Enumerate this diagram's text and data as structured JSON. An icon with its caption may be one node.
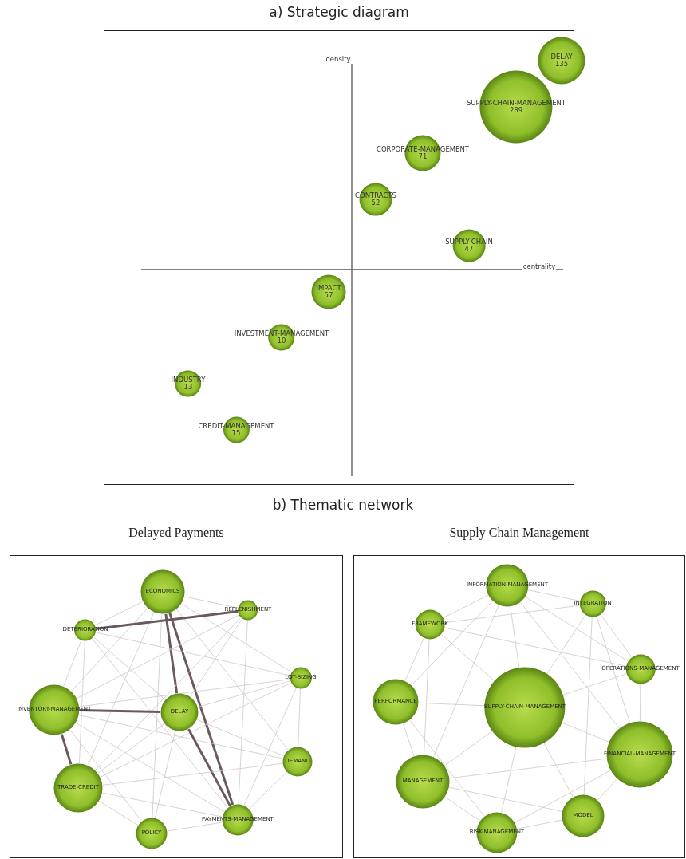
{
  "diagram": {
    "nodes": [
      {
        "text": [
          "a) Strategic diagram"
        ]
      },
      {
        "text": [
          "DELAY",
          "135"
        ],
        "in": 0
      },
      {
        "text": [
          "SUPPLY-CHAIN-MANAGEMENT",
          "289"
        ],
        "in": 0
      },
      {
        "text": [
          "CORPORATE-MANAGEMENT",
          "71"
        ],
        "in": 0
      },
      {
        "text": [
          "CONTRACTS",
          "52"
        ],
        "in": 0
      },
      {
        "text": [
          "SUPPLY-CHAIN",
          "47"
        ],
        "in": 0
      },
      {
        "text": [
          "IMPACT",
          "57"
        ],
        "in": 0
      },
      {
        "text": [
          "INVESTMENT-MANAGEMENT",
          "10"
        ],
        "in": 0
      },
      {
        "text": [
          "INDUSTRY",
          "13"
        ],
        "in": 0
      },
      {
        "text": [
          "CREDIT-MANAGEMENT",
          "15"
        ],
        "in": 0
      },
      {
        "text": [
          "Delayed Payments"
        ]
      },
      {
        "text": [
          "ECONOMICS"
        ],
        "in": 10
      },
      {
        "text": [
          "REPLENISHMENT"
        ],
        "in": 10
      },
      {
        "text": [
          "DETERIORATION"
        ],
        "in": 10
      },
      {
        "text": [
          "LOT-SIZING"
        ],
        "in": 10
      },
      {
        "text": [
          "INVENTORY-MANAGEMENT"
        ],
        "in": 10
      },
      {
        "text": [
          "DELAY"
        ],
        "in": 10
      },
      {
        "text": [
          "DEMAND"
        ],
        "in": 10
      },
      {
        "text": [
          "TRADE-CREDIT"
        ],
        "in": 10
      },
      {
        "text": [
          "PAYMENTS-MANAGEMENT"
        ],
        "in": 10
      },
      {
        "text": [
          "POLICY"
        ],
        "in": 10
      },
      {
        "text": [
          "Supply Chain Management"
        ]
      },
      {
        "text": [
          "INFORMATION-MANAGEMENT"
        ],
        "in": 21
      },
      {
        "text": [
          "INTEGRATION"
        ],
        "in": 21
      },
      {
        "text": [
          "FRAMEWORK"
        ],
        "in": 21
      },
      {
        "text": [
          "OPERATIONS-MANAGEMENT"
        ],
        "in": 21
      },
      {
        "text": [
          "PERFORMANCE"
        ],
        "in": 21
      },
      {
        "text": [
          "SUPPLY-CHAIN-MANAGEMENT"
        ],
        "in": 21
      },
      {
        "text": [
          "FINANCIAL-MANAGEMENT"
        ],
        "in": 21
      },
      {
        "text": [
          "MANAGEMENT"
        ],
        "in": 21
      },
      {
        "text": [
          "MODEL"
        ],
        "in": 21
      },
      {
        "text": [
          "RISK-MANAGEMENT"
        ],
        "in": 21
      }
    ],
    "edges": [
      {
        "from": 11,
        "to": 12,
        "arrow": "none"
      },
      {
        "from": 11,
        "to": 13,
        "arrow": "none"
      },
      {
        "from": 11,
        "to": 14,
        "arrow": "none"
      },
      {
        "from": 11,
        "to": 15,
        "arrow": "none"
      },
      {
        "from": 11,
        "to": 16,
        "arrow": "none",
        "style": "thick",
        "color": "#6a5a5e"
      },
      {
        "from": 11,
        "to": 17,
        "arrow": "none"
      },
      {
        "from": 11,
        "to": 18,
        "arrow": "none"
      },
      {
        "from": 11,
        "to": 19,
        "arrow": "none",
        "style": "thick",
        "color": "#6a5a5e"
      },
      {
        "from": 11,
        "to": 20,
        "arrow": "none"
      },
      {
        "from": 12,
        "to": 13,
        "arrow": "none",
        "style": "thick",
        "color": "#6a5a5e"
      },
      {
        "from": 12,
        "to": 15,
        "arrow": "none"
      },
      {
        "from": 12,
        "to": 16,
        "arrow": "none"
      },
      {
        "from": 12,
        "to": 19,
        "arrow": "none"
      },
      {
        "from": 12,
        "to": 18,
        "arrow": "none"
      },
      {
        "from": 13,
        "to": 15,
        "arrow": "none"
      },
      {
        "from": 13,
        "to": 14,
        "arrow": "none"
      },
      {
        "from": 13,
        "to": 16,
        "arrow": "none"
      },
      {
        "from": 13,
        "to": 18,
        "arrow": "none"
      },
      {
        "from": 13,
        "to": 19,
        "arrow": "none"
      },
      {
        "from": 14,
        "to": 15,
        "arrow": "none"
      },
      {
        "from": 14,
        "to": 16,
        "arrow": "none"
      },
      {
        "from": 14,
        "to": 17,
        "arrow": "none"
      },
      {
        "from": 14,
        "to": 18,
        "arrow": "none"
      },
      {
        "from": 14,
        "to": 19,
        "arrow": "none"
      },
      {
        "from": 15,
        "to": 16,
        "arrow": "none",
        "style": "thick",
        "color": "#6a5a5e"
      },
      {
        "from": 15,
        "to": 18,
        "arrow": "none",
        "style": "thick",
        "color": "#6a5a5e"
      },
      {
        "from": 15,
        "to": 19,
        "arrow": "none"
      },
      {
        "from": 15,
        "to": 17,
        "arrow": "none"
      },
      {
        "from": 15,
        "to": 20,
        "arrow": "none"
      },
      {
        "from": 16,
        "to": 18,
        "arrow": "none"
      },
      {
        "from": 16,
        "to": 19,
        "arrow": "none",
        "style": "thick",
        "color": "#6a5a5e"
      },
      {
        "from": 16,
        "to": 17,
        "arrow": "none"
      },
      {
        "from": 16,
        "to": 20,
        "arrow": "none"
      },
      {
        "from": 17,
        "to": 18,
        "arrow": "none"
      },
      {
        "from": 17,
        "to": 19,
        "arrow": "none"
      },
      {
        "from": 18,
        "to": 19,
        "arrow": "none"
      },
      {
        "from": 18,
        "to": 20,
        "arrow": "none"
      },
      {
        "from": 20,
        "to": 19,
        "arrow": "none"
      },
      {
        "from": 22,
        "to": 23,
        "arrow": "none"
      },
      {
        "from": 22,
        "to": 24,
        "arrow": "none"
      },
      {
        "from": 22,
        "to": 27,
        "arrow": "none"
      },
      {
        "from": 22,
        "to": 29,
        "arrow": "none"
      },
      {
        "from": 22,
        "to": 25,
        "arrow": "none"
      },
      {
        "from": 22,
        "to": 28,
        "arrow": "none"
      },
      {
        "from": 22,
        "to": 26,
        "arrow": "none"
      },
      {
        "from": 23,
        "to": 24,
        "arrow": "none"
      },
      {
        "from": 23,
        "to": 27,
        "arrow": "none"
      },
      {
        "from": 23,
        "to": 25,
        "arrow": "none"
      },
      {
        "from": 23,
        "to": 28,
        "arrow": "none"
      },
      {
        "from": 23,
        "to": 30,
        "arrow": "none"
      },
      {
        "from": 24,
        "to": 26,
        "arrow": "none"
      },
      {
        "from": 24,
        "to": 27,
        "arrow": "none"
      },
      {
        "from": 24,
        "to": 29,
        "arrow": "none"
      },
      {
        "from": 24,
        "to": 25,
        "arrow": "none"
      },
      {
        "from": 26,
        "to": 27,
        "arrow": "none"
      },
      {
        "from": 26,
        "to": 29,
        "arrow": "none"
      },
      {
        "from": 27,
        "to": 25,
        "arrow": "none"
      },
      {
        "from": 27,
        "to": 28,
        "arrow": "none"
      },
      {
        "from": 27,
        "to": 29,
        "arrow": "none"
      },
      {
        "from": 27,
        "to": 30,
        "arrow": "none"
      },
      {
        "from": 27,
        "to": 31,
        "arrow": "none"
      },
      {
        "from": 25,
        "to": 28,
        "arrow": "none"
      },
      {
        "from": 28,
        "to": 29,
        "arrow": "none"
      },
      {
        "from": 28,
        "to": 30,
        "arrow": "none"
      },
      {
        "from": 28,
        "to": 31,
        "arrow": "none"
      },
      {
        "from": 29,
        "to": 30,
        "arrow": "none"
      },
      {
        "from": 29,
        "to": 31,
        "arrow": "none"
      },
      {
        "from": 30,
        "to": 31,
        "arrow": "none"
      },
      {
        "from": 26,
        "to": 31,
        "arrow": "none"
      }
    ],
    "labels": [
      "density",
      "centrality",
      "b) Thematic network"
    ]
  }
}
